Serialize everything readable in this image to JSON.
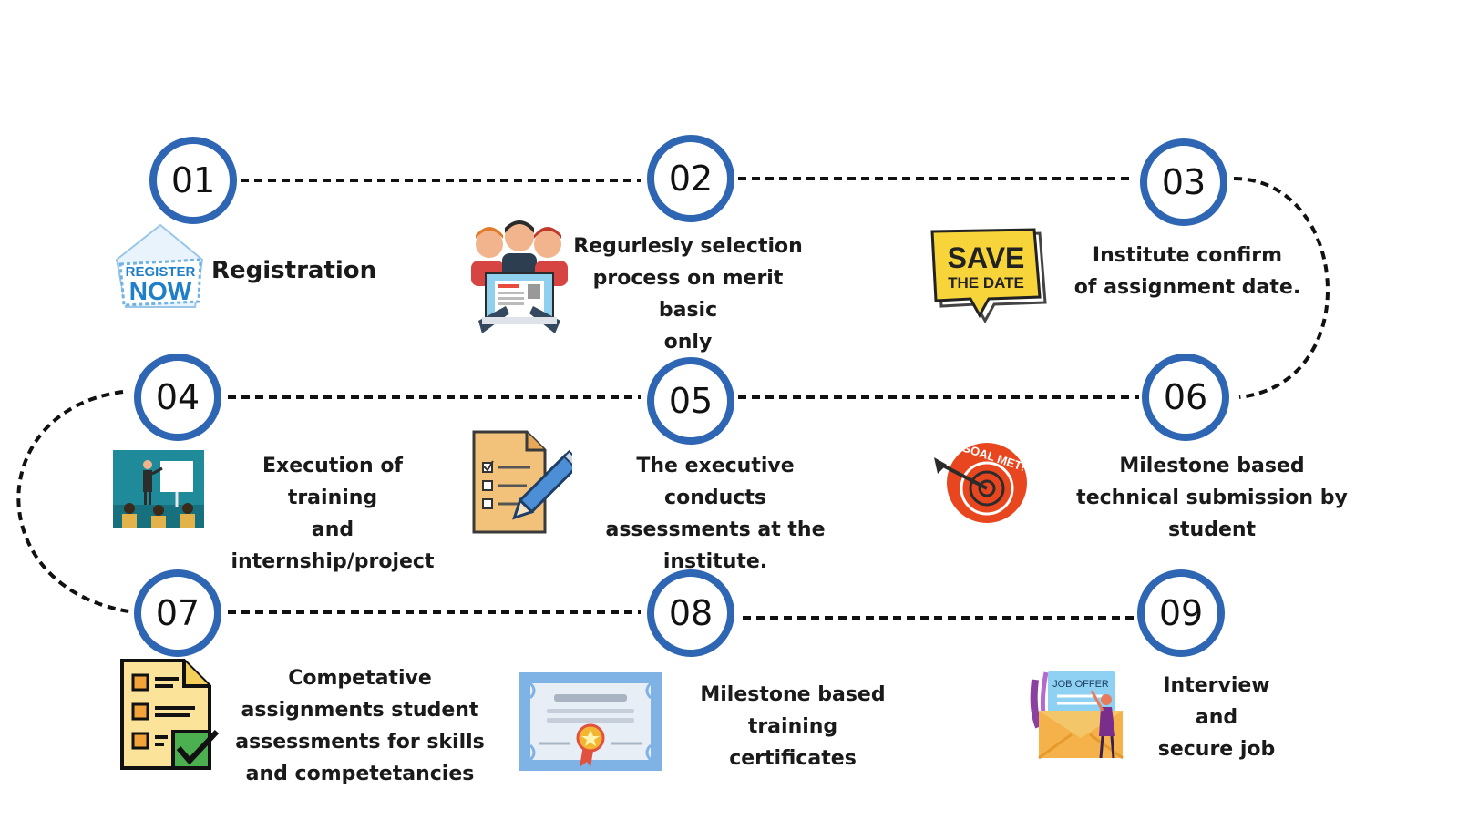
{
  "steps": [
    {
      "number": "01",
      "label": [
        "Registration"
      ],
      "icon": "register-now-badge-icon",
      "icon_text": [
        "REGISTER",
        "NOW"
      ]
    },
    {
      "number": "02",
      "label": [
        "Regurlesly selection",
        "process on merit basic",
        "only"
      ],
      "icon": "selection-team-icon"
    },
    {
      "number": "03",
      "label": [
        "Institute confirm",
        "of assignment date."
      ],
      "icon": "save-the-date-icon",
      "icon_text": [
        "SAVE",
        "THE DATE"
      ]
    },
    {
      "number": "04",
      "label": [
        "Execution of training",
        "and",
        "internship/project"
      ],
      "icon": "training-presentation-icon"
    },
    {
      "number": "05",
      "label": [
        "The executive conducts",
        "assessments at the",
        "institute."
      ],
      "icon": "assessment-checklist-icon"
    },
    {
      "number": "06",
      "label": [
        "Milestone based",
        "technical submission by",
        "student"
      ],
      "icon": "goal-met-target-icon",
      "icon_text": [
        "GOAL MET!"
      ]
    },
    {
      "number": "07",
      "label": [
        "Competative",
        "assignments student",
        "assessments for skills",
        "and competetancies"
      ],
      "icon": "assignment-checklist-icon"
    },
    {
      "number": "08",
      "label": [
        "Milestone based",
        "training",
        "certificates"
      ],
      "icon": "certificate-icon"
    },
    {
      "number": "09",
      "label": [
        "Interview",
        "and",
        "secure job"
      ],
      "icon": "job-offer-icon",
      "icon_text": [
        "JOB OFFER"
      ]
    }
  ],
  "colors": {
    "circle": "#2f66b3",
    "path": "#111111",
    "text": "#1a1a1a",
    "register": "#1f7fc8",
    "save_bg": "#f7d43a",
    "goal": "#e8461f"
  }
}
